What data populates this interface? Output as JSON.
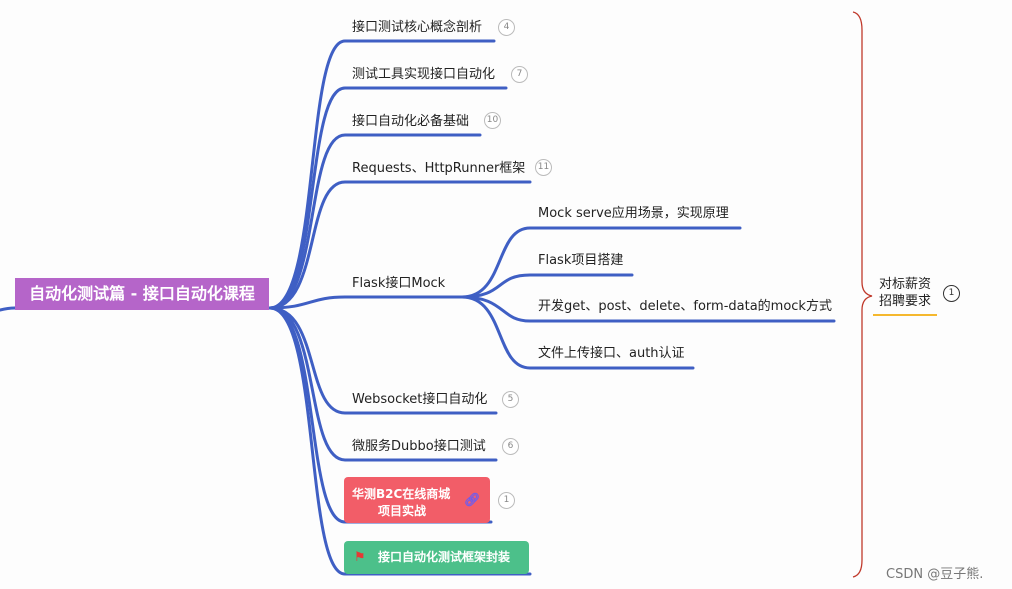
{
  "root": {
    "label": "自动化测试篇 - 接口自动化课程"
  },
  "branches": [
    {
      "label": "接口测试核心概念剖析",
      "count": "4"
    },
    {
      "label": "测试工具实现接口自动化",
      "count": "7"
    },
    {
      "label": "接口自动化必备基础",
      "count": "10"
    },
    {
      "label": "Requests、HttpRunner框架",
      "count": "11"
    },
    {
      "label": "Flask接口Mock",
      "count": ""
    },
    {
      "label": "Websocket接口自动化",
      "count": "5"
    },
    {
      "label": "微服务Dubbo接口测试",
      "count": "6"
    }
  ],
  "flask_children": [
    {
      "label": "Mock  serve应用场景，实现原理"
    },
    {
      "label": "Flask项目搭建"
    },
    {
      "label": "开发get、post、delete、form-data的mock方式"
    },
    {
      "label": "文件上传接口、auth认证"
    }
  ],
  "project_node": {
    "line1": "华测B2C在线商城",
    "line2": "项目实战",
    "count": "1",
    "icon": "link-icon"
  },
  "framework_node": {
    "label": "接口自动化测试框架封装",
    "icon": "flag-icon"
  },
  "summary": {
    "line1": "对标薪资",
    "line2": "招聘要求",
    "count": "1"
  },
  "watermark": "CSDN @豆子熊.",
  "colors": {
    "branch_line": "#3f5fc4",
    "root_bg": "#b565c9",
    "project_bg": "#f25d68",
    "framework_bg": "#4cc08a",
    "summary_underline": "#f5b82e",
    "brace": "#c0392b"
  }
}
